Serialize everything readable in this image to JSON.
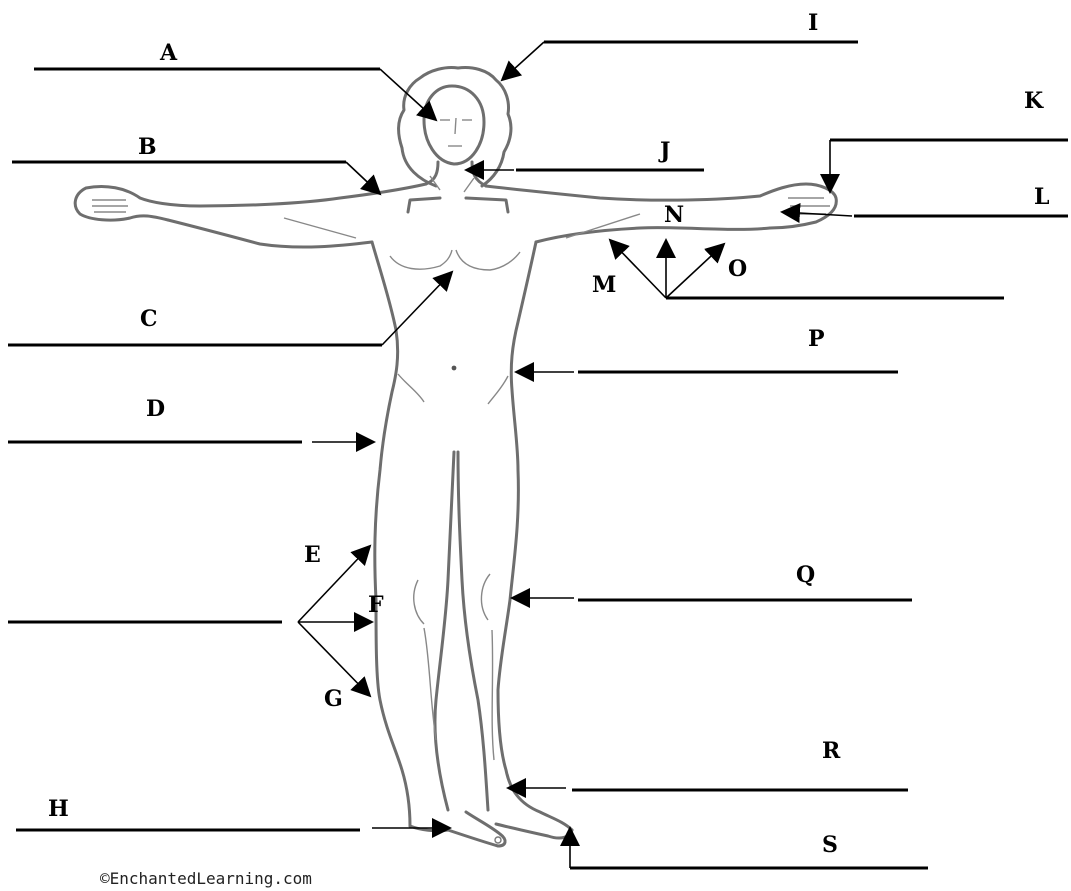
{
  "labels": {
    "A": "A",
    "B": "B",
    "C": "C",
    "D": "D",
    "E": "E",
    "F": "F",
    "G": "G",
    "H": "H",
    "I": "I",
    "J": "J",
    "K": "K",
    "L": "L",
    "M": "M",
    "N": "N",
    "O": "O",
    "P": "P",
    "Q": "Q",
    "R": "R",
    "S": "S"
  },
  "credit": "©EnchantedLearning.com"
}
